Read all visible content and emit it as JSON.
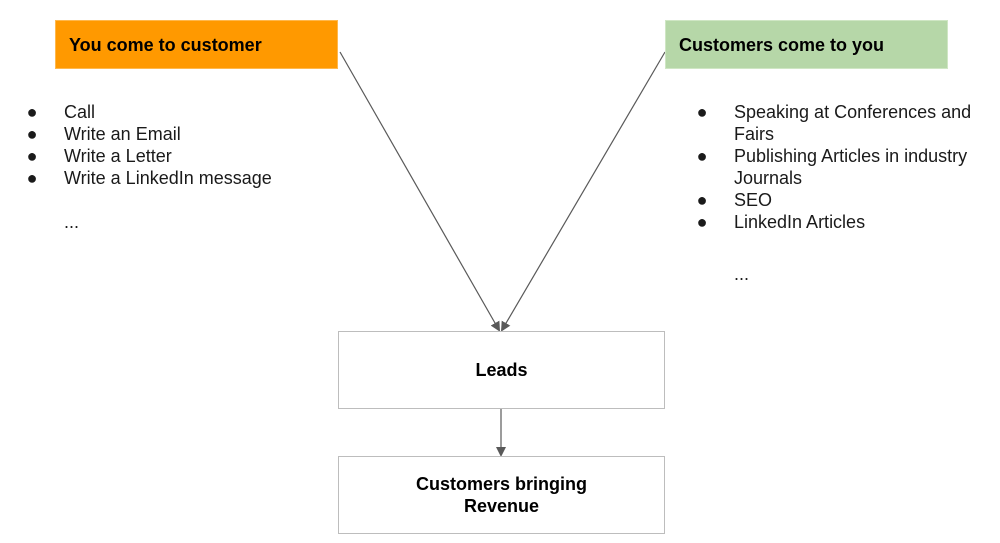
{
  "nodes": {
    "you_come": {
      "label": "You come to customer",
      "color": "#ff9900"
    },
    "customers_come": {
      "label": "Customers come to you",
      "color": "#b6d7a8"
    },
    "leads": {
      "label": "Leads"
    },
    "revenue": {
      "label": "Customers bringing Revenue"
    }
  },
  "left_list": {
    "items": [
      "Call",
      "Write an Email",
      "Write a Letter",
      "Write a LinkedIn message"
    ],
    "more": "..."
  },
  "right_list": {
    "items": [
      "Speaking at Conferences and Fairs",
      "Publishing Articles in industry Journals",
      "SEO",
      "LinkedIn Articles"
    ],
    "more": "..."
  },
  "bullet_glyph": "●",
  "edges": [
    {
      "from": "you_come",
      "to": "leads"
    },
    {
      "from": "customers_come",
      "to": "leads"
    },
    {
      "from": "leads",
      "to": "revenue"
    }
  ],
  "line_color": "#595959"
}
